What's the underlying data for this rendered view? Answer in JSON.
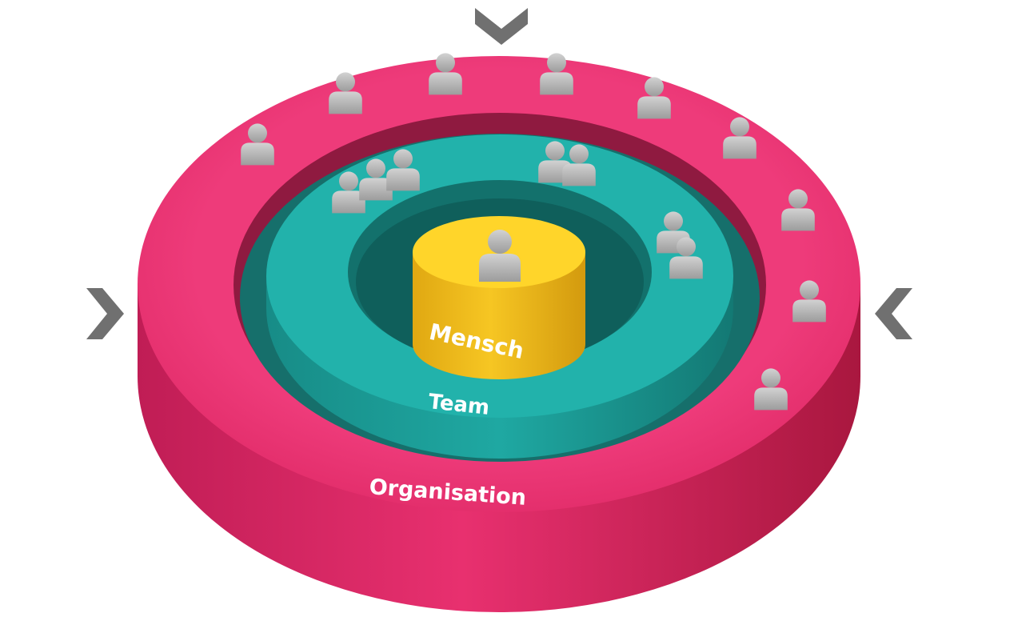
{
  "labels": {
    "core": "Mensch",
    "middle": "Team",
    "outer": "Organisation"
  },
  "colors": {
    "outer_ring": "#e8306f",
    "middle_ring": "#20aca6",
    "core": "#f6c623",
    "person": "#b3b3b3",
    "arrow": "#707070"
  },
  "icons": {
    "person": "person-icon",
    "arrow_down": "chevron-down-icon",
    "arrow_right": "chevron-right-icon",
    "arrow_left": "chevron-left-icon"
  }
}
